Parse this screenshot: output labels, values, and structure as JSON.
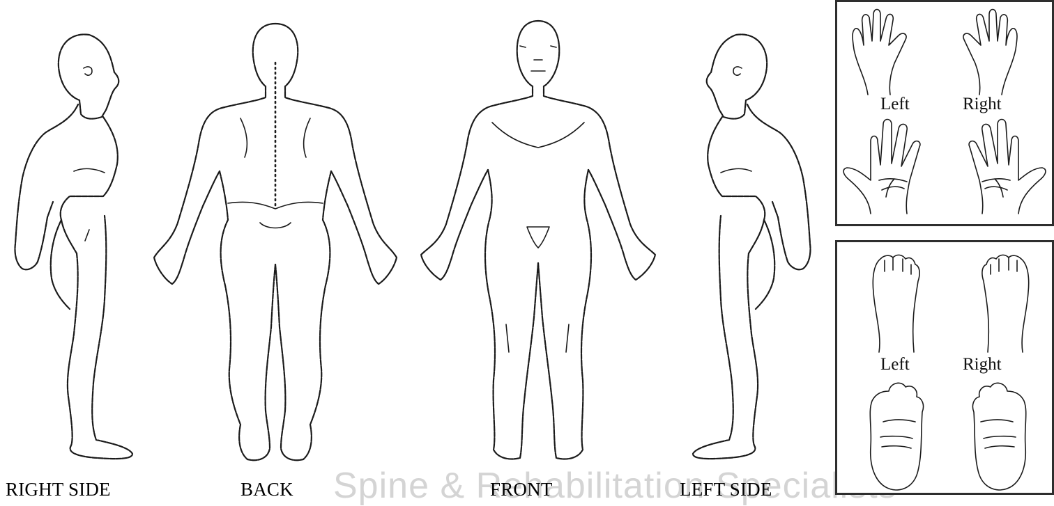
{
  "views": {
    "right_side": "RIGHT SIDE",
    "back": "BACK",
    "front": "FRONT",
    "left_side": "LEFT SIDE"
  },
  "hands_panel": {
    "left": "Left",
    "right": "Right"
  },
  "feet_panel": {
    "left": "Left",
    "right": "Right"
  },
  "watermark": "Spine & Rehabilitation Specialists"
}
